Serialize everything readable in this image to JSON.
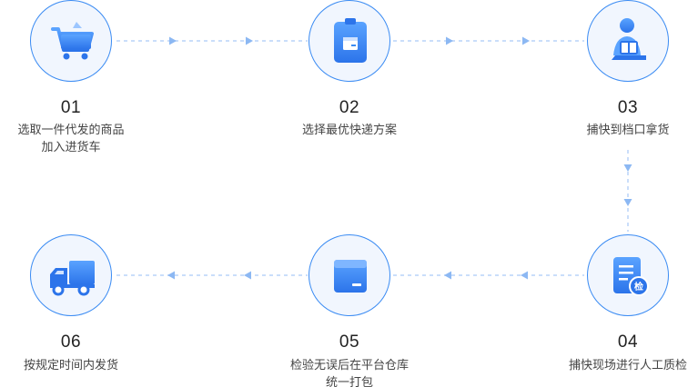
{
  "accent": "#3a8bf3",
  "connector_color": "#b9d3f8",
  "steps": [
    {
      "num": "01",
      "line1": "选取一件代发的商品",
      "line2": "加入进货车",
      "icon": "shopping-cart-icon"
    },
    {
      "num": "02",
      "line1": "选择最优快递方案",
      "line2": "",
      "icon": "clipboard-package-icon"
    },
    {
      "num": "03",
      "line1": "捕快到档口拿货",
      "line2": "",
      "icon": "courier-with-package-icon"
    },
    {
      "num": "04",
      "line1": "捕快现场进行人工质检",
      "line2": "",
      "icon": "inspection-document-icon"
    },
    {
      "num": "05",
      "line1": "检验无误后在平台仓库",
      "line2": "统一打包",
      "icon": "package-box-icon"
    },
    {
      "num": "06",
      "line1": "按规定时间内发货",
      "line2": "",
      "icon": "delivery-truck-icon"
    }
  ]
}
